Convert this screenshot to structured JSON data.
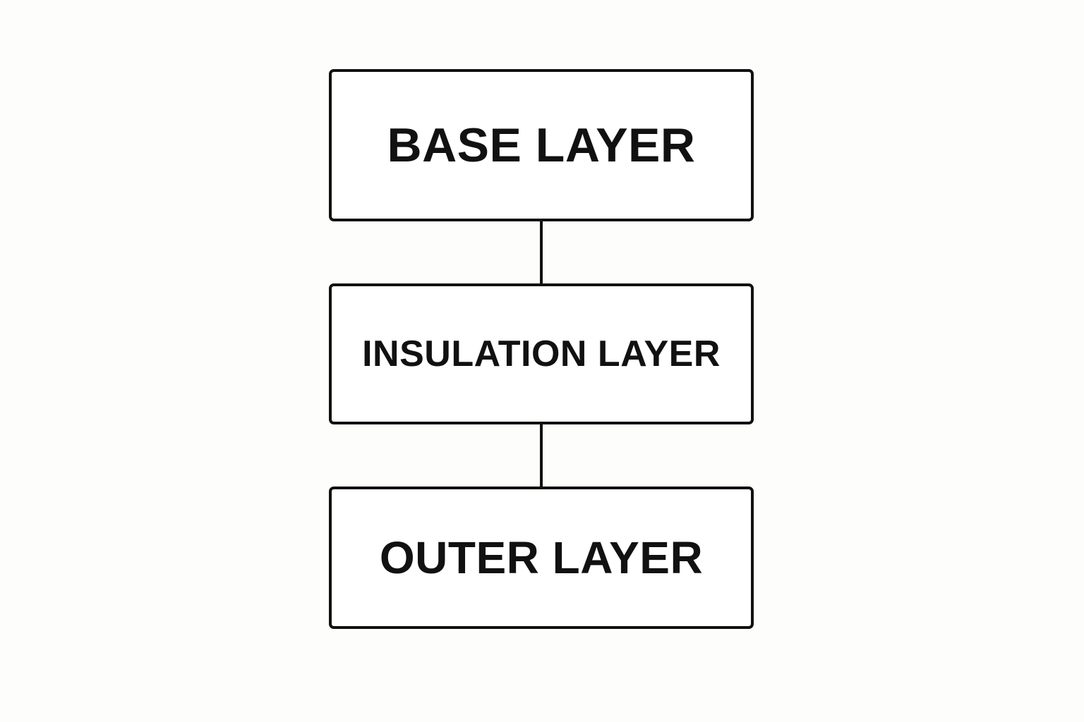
{
  "diagram": {
    "layers": [
      {
        "label": "BASE LAYER"
      },
      {
        "label": "INSULATION LAYER"
      },
      {
        "label": "OUTER LAYER"
      }
    ],
    "colors": {
      "stroke": "#111111",
      "text": "#111111",
      "background": "#fdfdfb",
      "box_fill": "#ffffff"
    }
  }
}
